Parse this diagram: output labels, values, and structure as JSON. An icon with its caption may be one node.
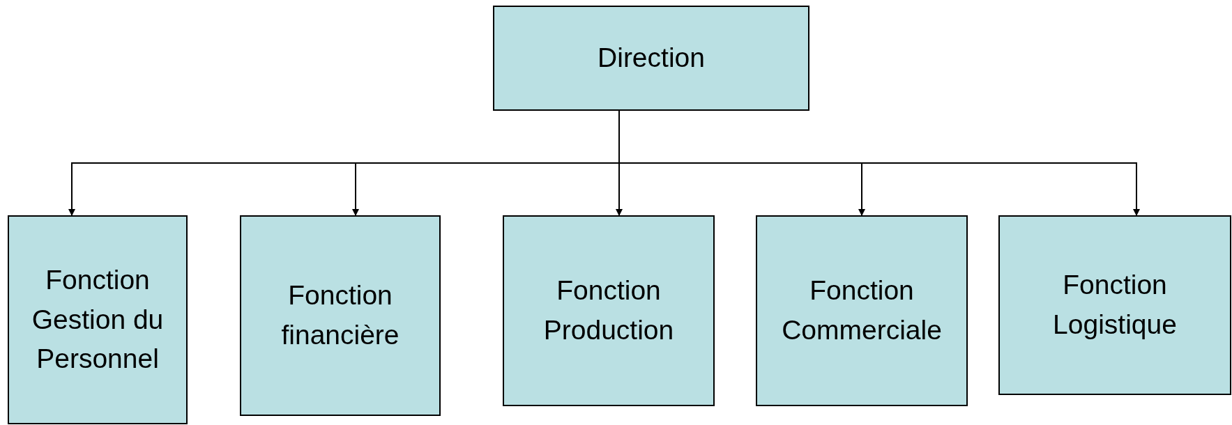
{
  "diagram": {
    "nodes": [
      {
        "text": [
          "Direction"
        ]
      },
      {
        "text": [
          "Fonction Gestion du Personnel"
        ]
      },
      {
        "text": [
          "Fonction financière"
        ]
      },
      {
        "text": [
          "Fonction Production"
        ]
      },
      {
        "text": [
          "Fonction Commerciale"
        ]
      },
      {
        "text": [
          "Fonction Logistique"
        ]
      }
    ],
    "edges": [
      {
        "from": 0,
        "to": 1,
        "arrow": "to"
      },
      {
        "from": 0,
        "to": 2,
        "arrow": "to"
      },
      {
        "from": 0,
        "to": 3,
        "arrow": "to"
      },
      {
        "from": 0,
        "to": 4,
        "arrow": "to"
      },
      {
        "from": 0,
        "to": 5,
        "arrow": "to"
      }
    ]
  }
}
